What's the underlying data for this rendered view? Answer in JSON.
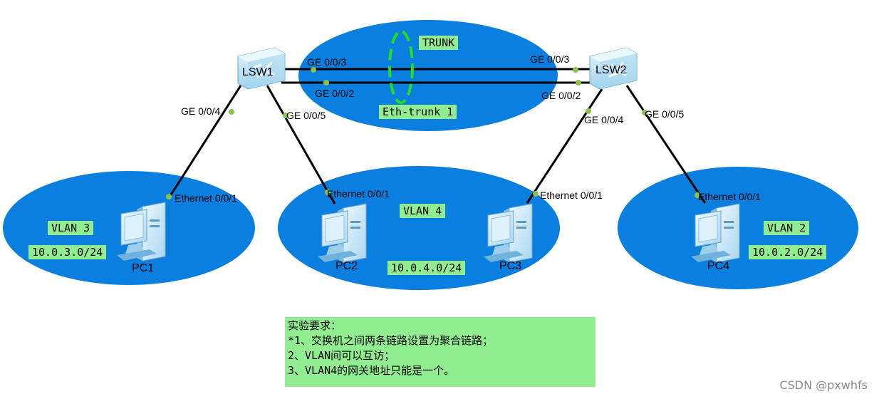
{
  "switches": [
    {
      "id": "lsw1",
      "label": "LSW1"
    },
    {
      "id": "lsw2",
      "label": "LSW2"
    }
  ],
  "pcs": [
    {
      "id": "pc1",
      "label": "PC1"
    },
    {
      "id": "pc2",
      "label": "PC2"
    },
    {
      "id": "pc3",
      "label": "PC3"
    },
    {
      "id": "pc4",
      "label": "PC4"
    }
  ],
  "ports": {
    "lsw1_ge003": "GE 0/0/3",
    "lsw1_ge002": "GE 0/0/2",
    "lsw1_ge004": "GE 0/0/4",
    "lsw1_ge005": "GE 0/0/5",
    "lsw2_ge003": "GE 0/0/3",
    "lsw2_ge002": "GE 0/0/2",
    "lsw2_ge004": "GE 0/0/4",
    "lsw2_ge005": "GE 0/0/5",
    "pc1_eth": "Ethernet 0/0/1",
    "pc2_eth": "Ethernet 0/0/1",
    "pc3_eth": "Ethernet 0/0/1",
    "pc4_eth": "Ethernet 0/0/1"
  },
  "tags": {
    "trunk": "TRUNK",
    "eth_trunk": "Eth-trunk 1",
    "vlan3": "VLAN 3",
    "net3": "10.0.3.0/24",
    "vlan4": "VLAN 4",
    "net4": "10.0.4.0/24",
    "vlan2": "VLAN 2",
    "net2": "10.0.2.0/24"
  },
  "requirements": [
    "实验要求：",
    "*1、交换机之间两条链路设置为聚合链路；",
    "2、VLAN间可以互访；",
    "3、VLAN4的网关地址只能是一个。"
  ],
  "watermark": "CSDN @pxwhfs",
  "colors": {
    "area": "#0a7fe0",
    "tag_bg": "#90ee90",
    "port_dot": "#8bc34a",
    "trunk_ring": "#22dd22",
    "device": "#bfe3f7"
  },
  "icons": {
    "switch": "switch-icon",
    "pc": "pc-icon"
  }
}
